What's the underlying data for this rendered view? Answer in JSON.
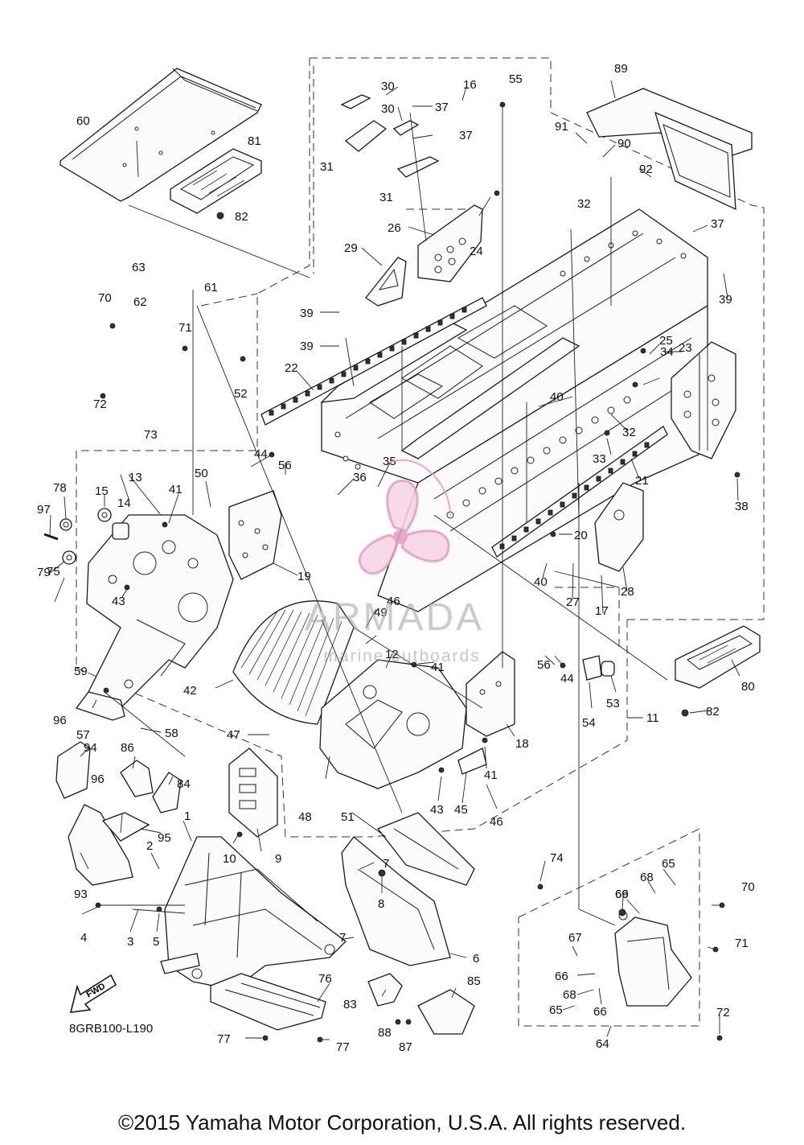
{
  "diagram": {
    "part_numbers": [
      "1",
      "2",
      "3",
      "4",
      "5",
      "6",
      "7",
      "7",
      "8",
      "9",
      "10",
      "11",
      "12",
      "13",
      "14",
      "15",
      "16",
      "17",
      "18",
      "19",
      "20",
      "21",
      "22",
      "23",
      "24",
      "25",
      "26",
      "27",
      "28",
      "29",
      "30",
      "30",
      "31",
      "31",
      "32",
      "32",
      "33",
      "34",
      "35",
      "36",
      "37",
      "37",
      "37",
      "38",
      "39",
      "39",
      "39",
      "40",
      "40",
      "41",
      "41",
      "41",
      "42",
      "43",
      "43",
      "43",
      "44",
      "44",
      "45",
      "46",
      "46",
      "47",
      "48",
      "49",
      "50",
      "51",
      "52",
      "53",
      "54",
      "55",
      "56",
      "56",
      "57",
      "58",
      "59",
      "60",
      "61",
      "62",
      "63",
      "64",
      "65",
      "65",
      "66",
      "66",
      "66",
      "67",
      "68",
      "68",
      "69",
      "70",
      "70",
      "71",
      "71",
      "72",
      "72",
      "73",
      "74",
      "75",
      "76",
      "77",
      "77",
      "78",
      "79",
      "80",
      "81",
      "82",
      "82",
      "83",
      "84",
      "85",
      "86",
      "87",
      "88",
      "89",
      "90",
      "91",
      "92",
      "93",
      "94",
      "95",
      "96",
      "96",
      "97"
    ],
    "fwd_label": "FWD",
    "diagram_code": "8GRB100-L190"
  },
  "watermark": {
    "title": "ARMADA",
    "subtitle": "marine outboards",
    "colors": {
      "pink": "#e59ac2",
      "pink_light": "#f6d3e4",
      "gray": "#a0a0a0"
    }
  },
  "footer": {
    "copyright": "©2015 Yamaha Motor Corporation, U.S.A. All rights reserved."
  }
}
